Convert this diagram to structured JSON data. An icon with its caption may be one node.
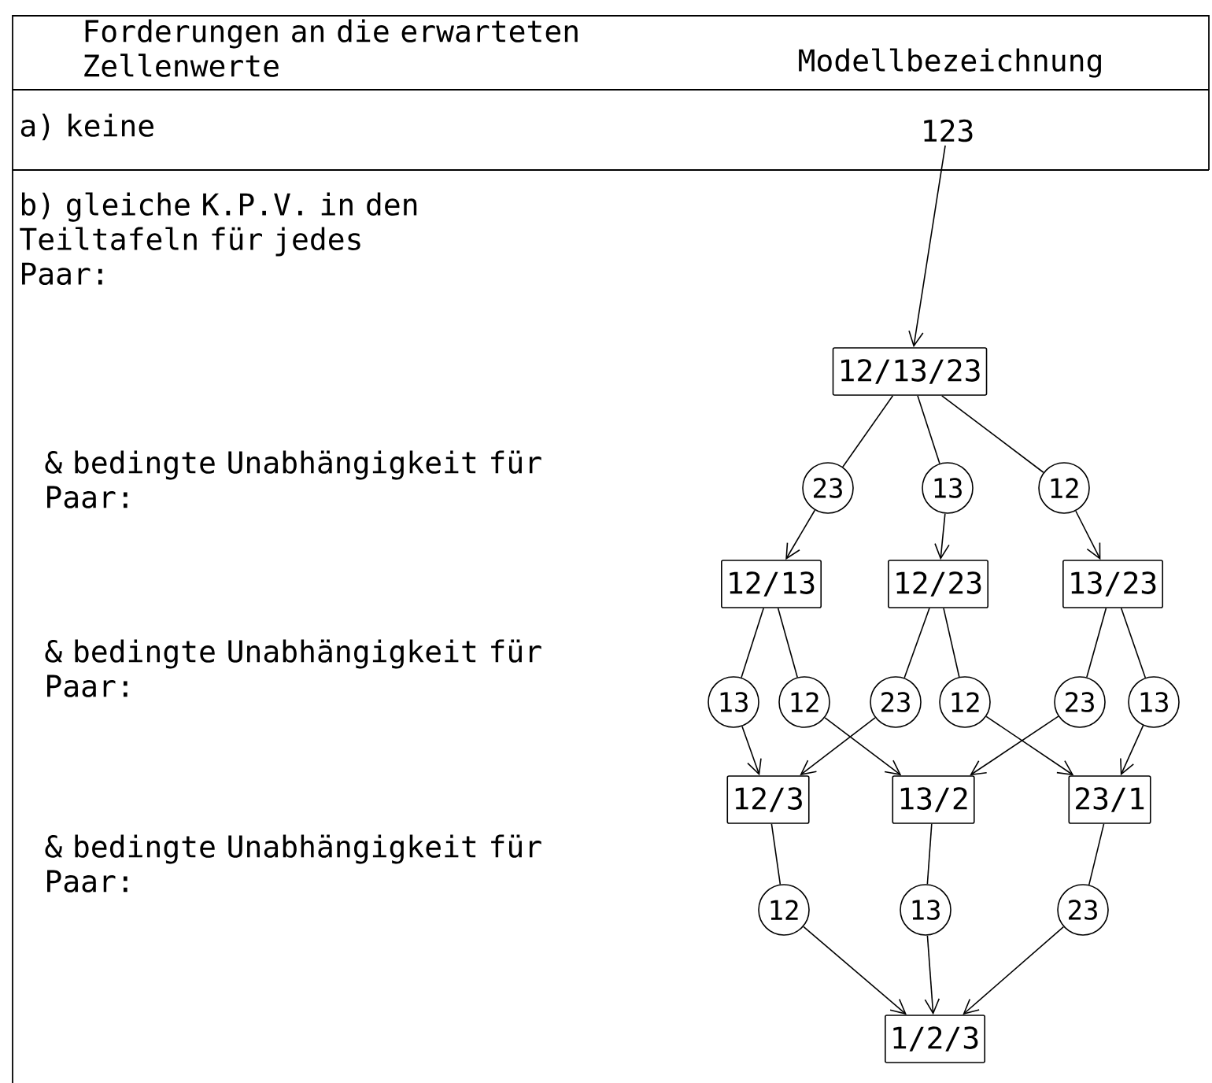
{
  "diagram": {
    "nodes": [
      {
        "text": [
          "123"
        ]
      },
      {
        "text": [
          "12/13/23"
        ]
      },
      {
        "text": [
          "23"
        ]
      },
      {
        "text": [
          "13"
        ]
      },
      {
        "text": [
          "12"
        ]
      },
      {
        "text": [
          "12/13"
        ]
      },
      {
        "text": [
          "12/23"
        ]
      },
      {
        "text": [
          "13/23"
        ]
      },
      {
        "text": [
          "13"
        ]
      },
      {
        "text": [
          "12"
        ]
      },
      {
        "text": [
          "23"
        ]
      },
      {
        "text": [
          "12"
        ]
      },
      {
        "text": [
          "23"
        ]
      },
      {
        "text": [
          "13"
        ]
      },
      {
        "text": [
          "12/3"
        ]
      },
      {
        "text": [
          "13/2"
        ]
      },
      {
        "text": [
          "23/1"
        ]
      },
      {
        "text": [
          "12"
        ]
      },
      {
        "text": [
          "13"
        ]
      },
      {
        "text": [
          "23"
        ]
      },
      {
        "text": [
          "1/2/3"
        ]
      }
    ],
    "edges": [
      {
        "from": 0,
        "to": 1,
        "arrow": "to"
      },
      {
        "from": 1,
        "to": 2,
        "arrow": "none"
      },
      {
        "from": 2,
        "to": 5,
        "arrow": "to"
      },
      {
        "from": 1,
        "to": 3,
        "arrow": "none"
      },
      {
        "from": 3,
        "to": 6,
        "arrow": "to"
      },
      {
        "from": 1,
        "to": 4,
        "arrow": "none"
      },
      {
        "from": 4,
        "to": 7,
        "arrow": "to"
      },
      {
        "from": 5,
        "to": 8,
        "arrow": "none"
      },
      {
        "from": 8,
        "to": 14,
        "arrow": "to"
      },
      {
        "from": 5,
        "to": 9,
        "arrow": "none"
      },
      {
        "from": 9,
        "to": 15,
        "arrow": "to"
      },
      {
        "from": 6,
        "to": 10,
        "arrow": "none"
      },
      {
        "from": 10,
        "to": 14,
        "arrow": "to"
      },
      {
        "from": 6,
        "to": 11,
        "arrow": "none"
      },
      {
        "from": 11,
        "to": 16,
        "arrow": "to"
      },
      {
        "from": 7,
        "to": 12,
        "arrow": "none"
      },
      {
        "from": 12,
        "to": 15,
        "arrow": "to"
      },
      {
        "from": 7,
        "to": 13,
        "arrow": "none"
      },
      {
        "from": 13,
        "to": 16,
        "arrow": "to"
      },
      {
        "from": 14,
        "to": 17,
        "arrow": "none"
      },
      {
        "from": 17,
        "to": 20,
        "arrow": "to"
      },
      {
        "from": 15,
        "to": 18,
        "arrow": "none"
      },
      {
        "from": 18,
        "to": 20,
        "arrow": "to"
      },
      {
        "from": 16,
        "to": 19,
        "arrow": "none"
      },
      {
        "from": 19,
        "to": 20,
        "arrow": "to"
      }
    ],
    "labels": [
      "Forderungen an die erwarteten Zellenwerte",
      "Modellbezeichnung",
      "a) keine",
      "b) gleiche K.P.V. in den Teiltafeln für jedes Paar:",
      "& bedingte Unabhängigkeit für Paar:",
      "& bedingte Unabhängigkeit für Paar:",
      "& bedingte Unabhängigkeit für Paar:"
    ]
  }
}
